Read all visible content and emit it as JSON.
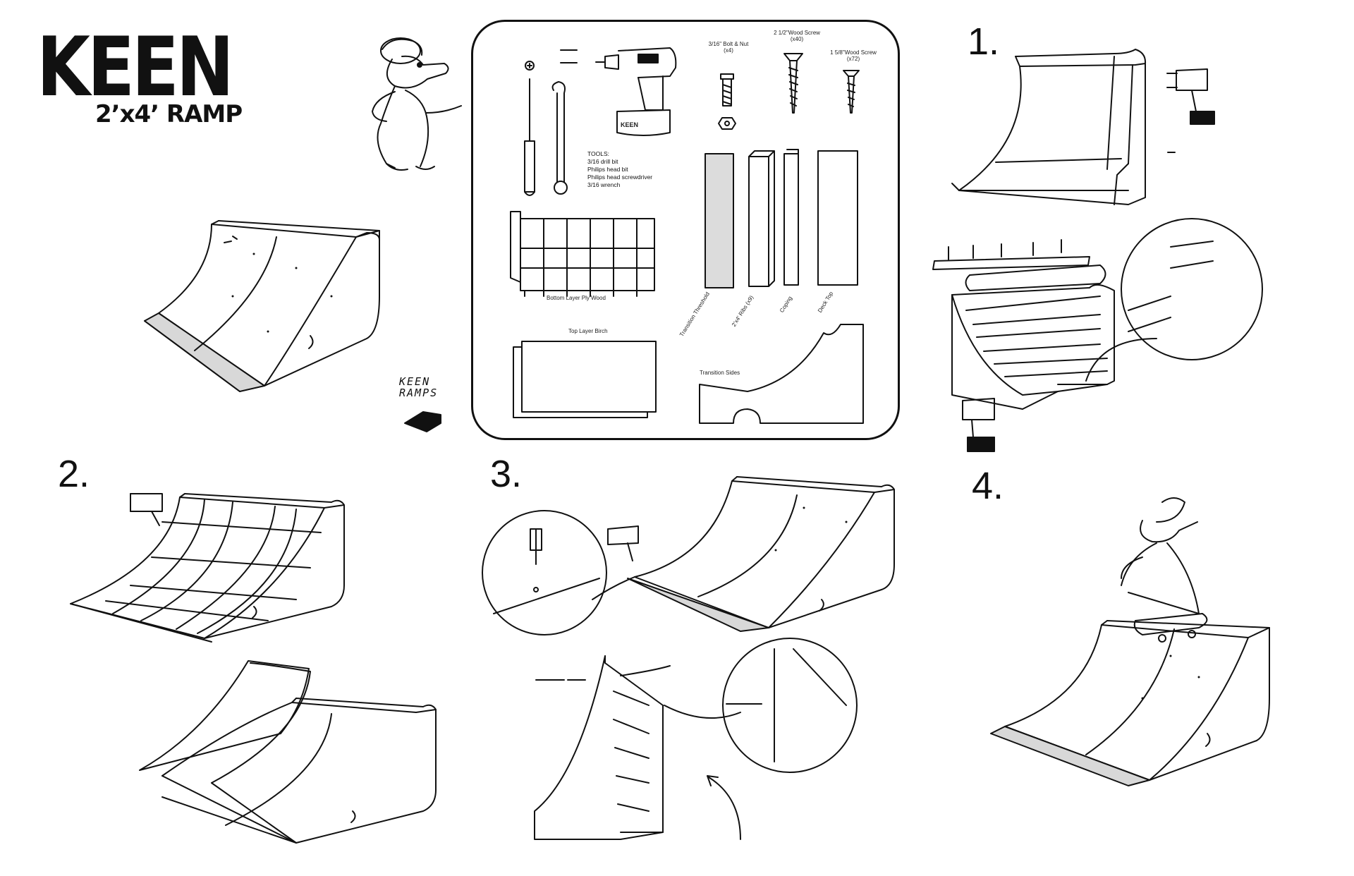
{
  "header": {
    "brand": "KEEN",
    "product": "2’x4’ RAMP"
  },
  "steps": [
    "1.",
    "2.",
    "3.",
    "4."
  ],
  "parts_panel": {
    "tools_heading": "TOOLS:",
    "tools": [
      "3/16 drill bit",
      "Philips head bit",
      "Philips head screwdriver",
      "3/16 wrench"
    ],
    "hardware": [
      {
        "name": "3/16\" Bolt & Nut",
        "qty": "(x4)"
      },
      {
        "name": "2 1/2\"Wood Screw",
        "qty": "(x40)"
      },
      {
        "name": "1 5/8\"Wood Screw",
        "qty": "(x72)"
      }
    ],
    "drill_brand": "KEEN",
    "materials": {
      "bottom_ply": "Bottom Layer Ply Wood",
      "top_birch": "Top Layer Birch",
      "transition_sides": "Transition Sides",
      "threshold": "Transition Threshold",
      "ribs": "2'x4' Ribs (x9)",
      "coping": "Coping",
      "deck_top": "Deck Top"
    }
  },
  "stamp": {
    "line1": "KEEN",
    "line2": "RAMPS"
  },
  "colors": {
    "ink": "#111111",
    "paper": "#ffffff",
    "shade": "#dcdcdc"
  }
}
